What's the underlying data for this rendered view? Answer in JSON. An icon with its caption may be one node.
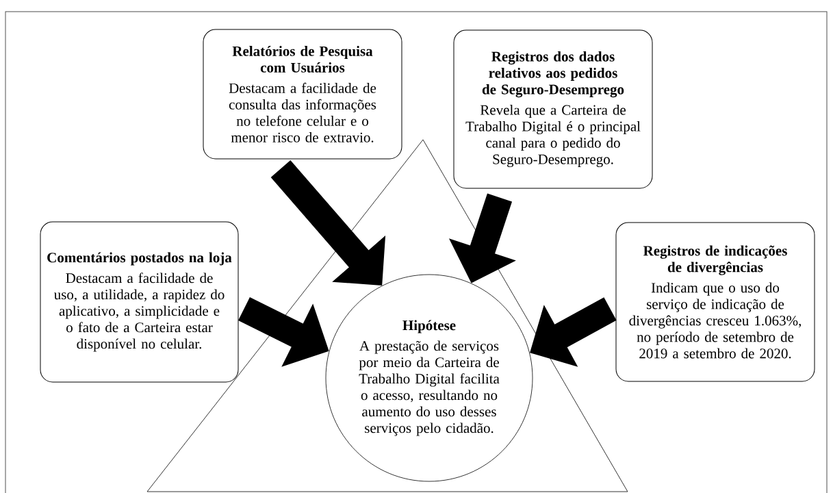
{
  "diagram": {
    "nodes": [
      {
        "text": [
          "Relatórios de Pesquisa com Usuários",
          "Destacam a facilidade de consulta das informações no telefone celular e o menor risco de extravio."
        ]
      },
      {
        "text": [
          "Registros dos dados relativos aos pedidos de Seguro-Desemprego",
          "Revela que a Carteira de Trabalho Digital é o principal canal para o pedido do Seguro-Desemprego."
        ]
      },
      {
        "text": [
          "Comentários postados na loja",
          "Destacam a facilidade de uso, a utilidade, a rapidez do aplicativo, a simplicidade e o fato de a Carteira estar disponível no celular."
        ]
      },
      {
        "text": [
          "Registros de indicações de divergências",
          "Indicam que o uso do serviço de indicação de divergências cresceu 1.063%, no período de setembro de 2019 a setembro de 2020."
        ]
      },
      {
        "text": [],
        "shape": "triangle"
      },
      {
        "text": [
          "Hipótese",
          "A prestação de serviços por meio da Carteira de Trabalho Digital facilita o acesso, resultando no aumento do uso desses serviços pelo cidadão."
        ],
        "in": 4
      }
    ],
    "edges": [
      {
        "from": 0,
        "to": 5,
        "arrow": "to"
      },
      {
        "from": 1,
        "to": 5,
        "arrow": "to"
      },
      {
        "from": 2,
        "to": 5,
        "arrow": "to"
      },
      {
        "from": 3,
        "to": 5,
        "arrow": "to"
      }
    ]
  }
}
